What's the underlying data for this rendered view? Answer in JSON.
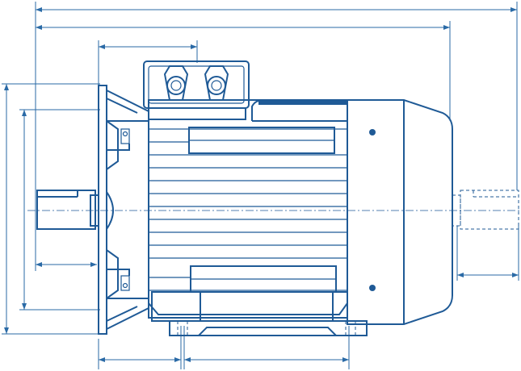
{
  "diagram": {
    "subject": "electric-motor-flange-mount-dimension-drawing",
    "labels": []
  },
  "colors": {
    "ink": "#1f5a96",
    "dimension": "#2a6aa6",
    "background": "#ffffff"
  },
  "icons": [
    "motor-body",
    "terminal-box",
    "cable-gland",
    "flange",
    "shaft",
    "mounting-foot",
    "dimension-arrow"
  ]
}
